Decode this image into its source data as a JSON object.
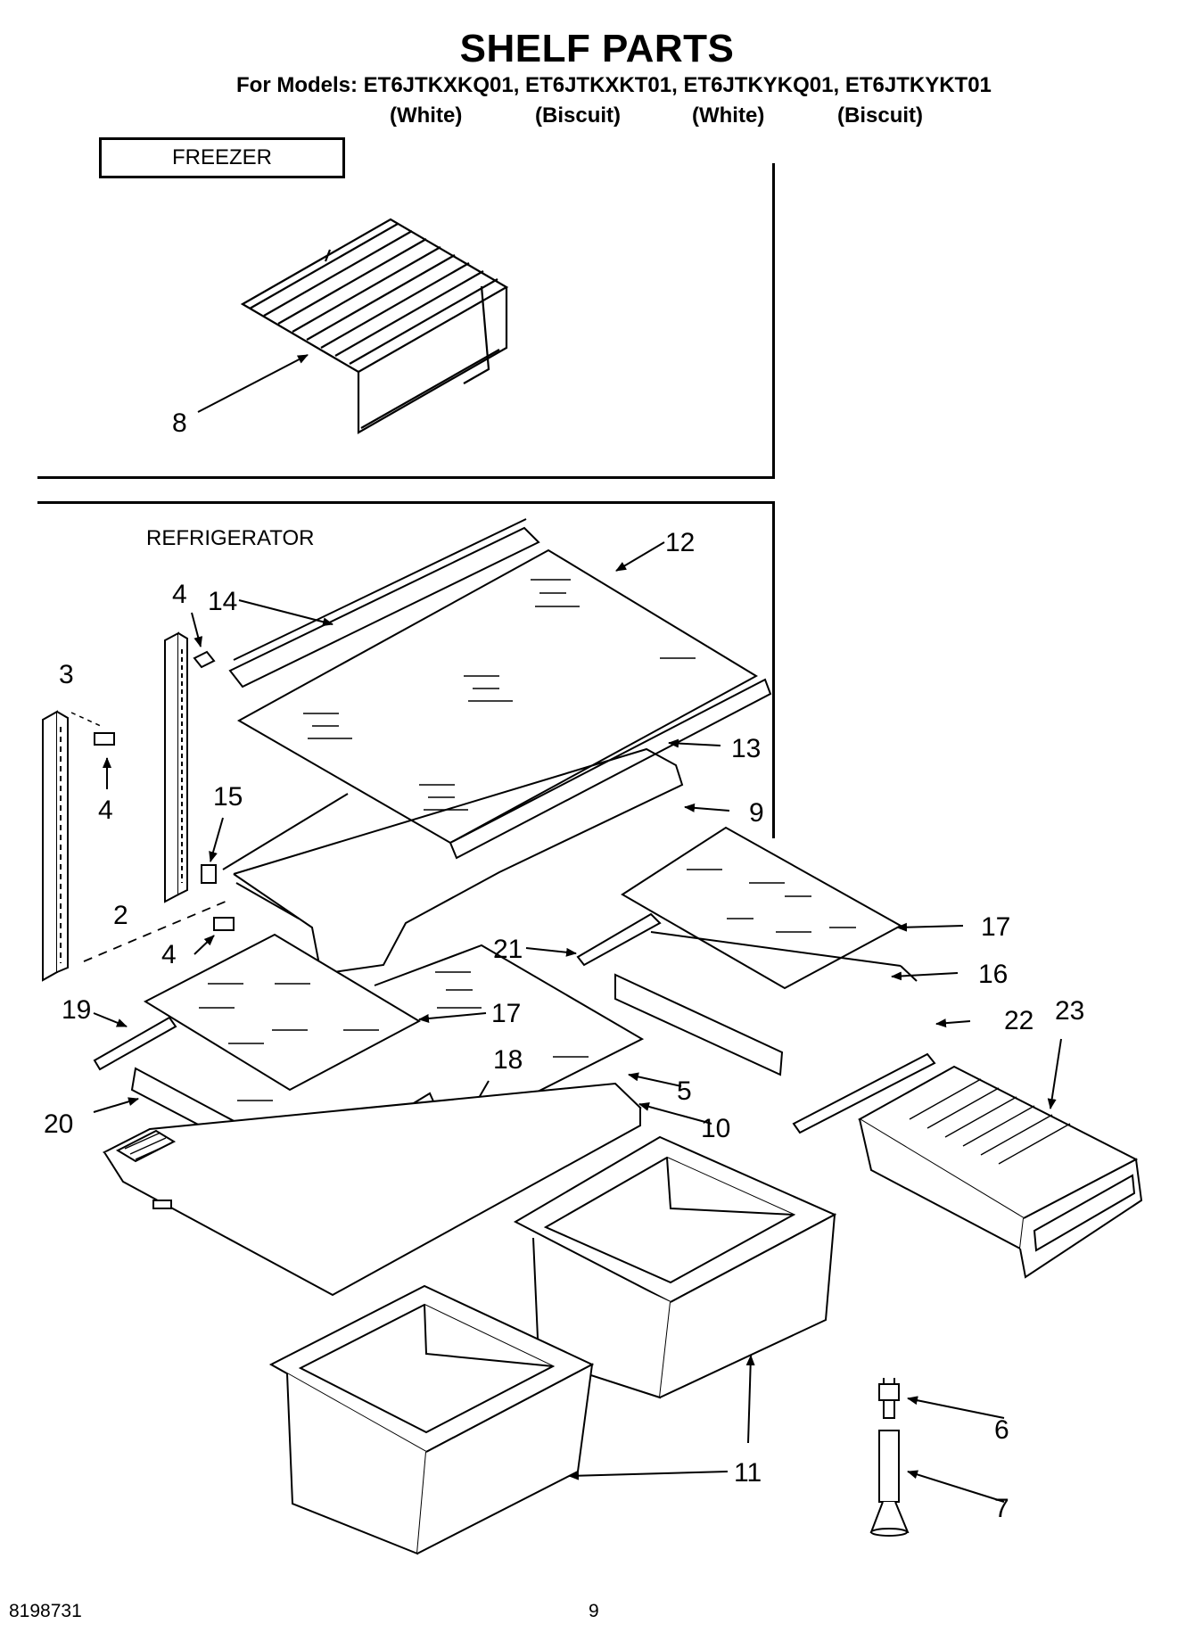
{
  "header": {
    "title": "SHELF PARTS",
    "models": "For Models: ET6JTKXKQ01, ET6JTKXKT01, ET6JTKYKQ01, ET6JTKYKT01",
    "variants": [
      "(White)",
      "(Biscuit)",
      "(White)",
      "(Biscuit)"
    ]
  },
  "sections": {
    "freezer": "FREEZER",
    "refrigerator": "REFRIGERATOR"
  },
  "callouts": {
    "c8": "8",
    "c12": "12",
    "c4a": "4",
    "c14": "14",
    "c3": "3",
    "c4b": "4",
    "c15": "15",
    "c13": "13",
    "c9": "9",
    "c2": "2",
    "c4c": "4",
    "c17a": "17",
    "c21": "21",
    "c16": "16",
    "c19": "19",
    "c17b": "17",
    "c22": "22",
    "c23": "23",
    "c18": "18",
    "c5": "5",
    "c20": "20",
    "c10": "10",
    "c6": "6",
    "c11": "11",
    "c7": "7"
  },
  "footer": {
    "doc_number": "8198731",
    "page_number": "9"
  }
}
